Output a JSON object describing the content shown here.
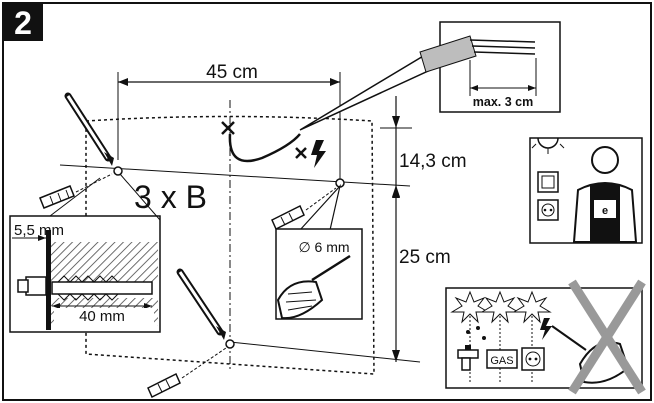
{
  "step_number": "2",
  "dimensions": {
    "horizontal_spacing": "45 cm",
    "upper_vertical": "14,3 cm",
    "lower_vertical": "25 cm"
  },
  "anchor_count_label": "3 x B",
  "cable_detail": {
    "strip_length": "max. 3 cm"
  },
  "anchor_detail": {
    "top_width": "5,5 mm",
    "depth": "40 mm"
  },
  "drill_detail": {
    "bit_diameter": "∅ 6 mm"
  },
  "warning_panel": {
    "gas_label": "GAS"
  },
  "colors": {
    "line": "#111111",
    "panel_border": "#111111",
    "hatch": "#444444",
    "prohibited_cross": "#999999",
    "gray_fill": "#bdbdbd"
  },
  "icons": [
    "pencil-icon",
    "wall-plug-icon",
    "drill-icon",
    "electric-shock-icon",
    "electrician-icon",
    "light-bulb-icon",
    "socket-icon",
    "switch-icon",
    "tap-icon",
    "gas-icon",
    "drilling-prohibited-cross-icon"
  ]
}
